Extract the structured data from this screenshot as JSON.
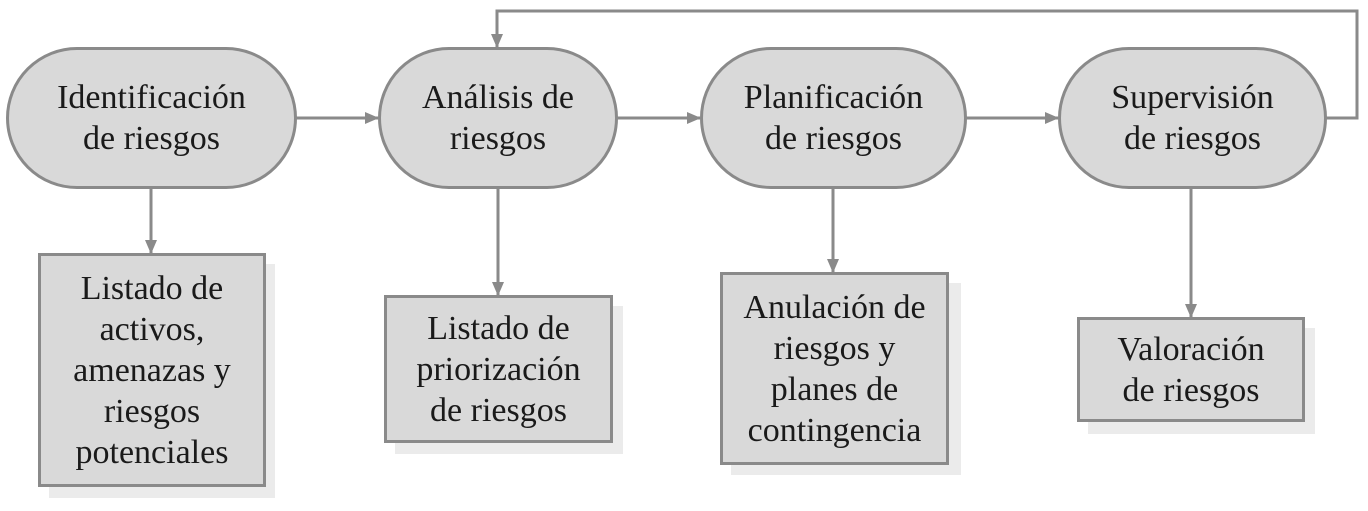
{
  "colors": {
    "node_fill": "#d9d9d9",
    "node_border": "#8a8a8a",
    "arrow": "#8a8a8a",
    "text": "#1a1a1a",
    "shadow": "#ebebeb"
  },
  "stages": [
    {
      "id": "identificacion",
      "lines": [
        "Identificación",
        "de riesgos"
      ]
    },
    {
      "id": "analisis",
      "lines": [
        "Análisis de",
        "riesgos"
      ]
    },
    {
      "id": "planificacion",
      "lines": [
        "Planificación",
        "de riesgos"
      ]
    },
    {
      "id": "supervision",
      "lines": [
        "Supervisión",
        "de riesgos"
      ]
    }
  ],
  "outputs": [
    {
      "id": "listado-activos",
      "lines": [
        "Listado de",
        "activos,",
        "amenazas y",
        "riesgos",
        "potenciales"
      ]
    },
    {
      "id": "listado-priorizacion",
      "lines": [
        "Listado de",
        "priorización",
        "de riesgos"
      ]
    },
    {
      "id": "anulacion",
      "lines": [
        "Anulación de",
        "riesgos y",
        "planes de",
        "contingencia"
      ]
    },
    {
      "id": "valoracion",
      "lines": [
        "Valoración",
        "de riesgos"
      ]
    }
  ]
}
